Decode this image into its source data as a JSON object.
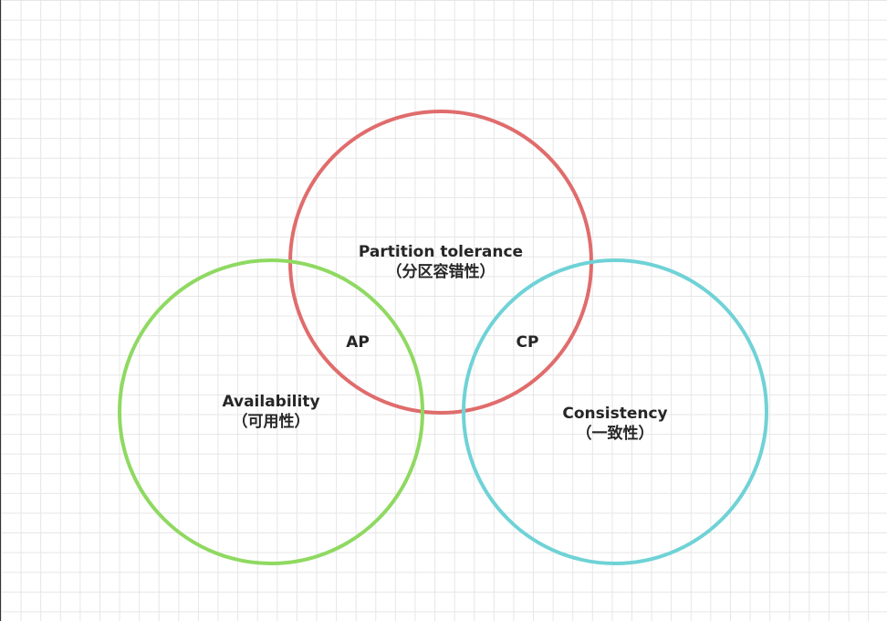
{
  "diagram": {
    "partition": {
      "title": "Partition tolerance",
      "subtitle": "（分区容错性）",
      "color": "#e06c6c"
    },
    "availability": {
      "title": "Availability",
      "subtitle": "（可用性）",
      "color": "#8fd961"
    },
    "consistency": {
      "title": "Consistency",
      "subtitle": "（一致性）",
      "color": "#6fd2d6"
    },
    "intersections": {
      "ap": "AP",
      "cp": "CP"
    }
  }
}
